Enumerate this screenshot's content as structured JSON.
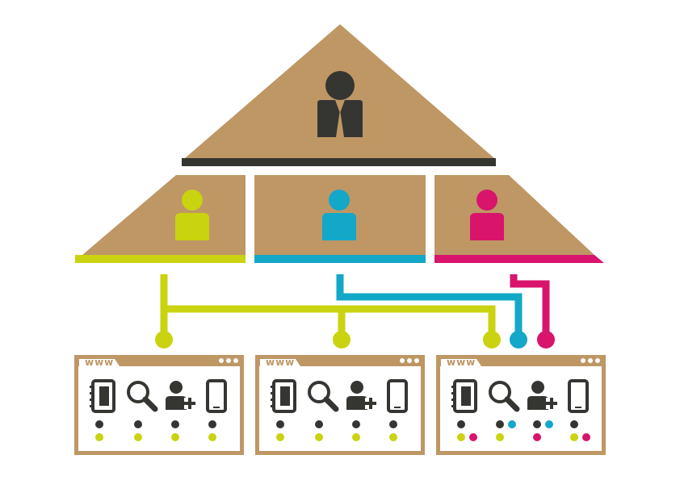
{
  "colors": {
    "tan": "#be9765",
    "dark": "#353532",
    "lime": "#cad30f",
    "cyan": "#13a7c8",
    "magenta": "#d8146d",
    "white": "#ffffff"
  },
  "hierarchy": {
    "top": {
      "icon": "manager-person-icon",
      "color": "dark"
    },
    "groups": [
      {
        "icon": "person-icon",
        "color": "lime"
      },
      {
        "icon": "person-icon",
        "color": "cyan"
      },
      {
        "icon": "person-icon",
        "color": "magenta"
      }
    ]
  },
  "browsers": [
    {
      "url_text": "www",
      "dots": [
        [
          "dark",
          "lime"
        ],
        [
          "dark",
          "lime"
        ],
        [
          "dark",
          "lime"
        ],
        [
          "dark",
          "lime"
        ]
      ]
    },
    {
      "url_text": "www",
      "dots": [
        [
          "dark",
          "lime"
        ],
        [
          "dark",
          "lime"
        ],
        [
          "dark",
          "lime"
        ],
        [
          "dark",
          "lime"
        ]
      ]
    },
    {
      "url_text": "www",
      "dots": [
        [
          "dark",
          "lime",
          "magenta"
        ],
        [
          "dark",
          "cyan",
          "lime"
        ],
        [
          "dark",
          "cyan",
          "magenta"
        ],
        [
          "dark",
          "lime",
          "magenta"
        ]
      ]
    }
  ],
  "browser_icons": [
    "address-book-icon",
    "search-icon",
    "add-user-icon",
    "mobile-phone-icon"
  ]
}
